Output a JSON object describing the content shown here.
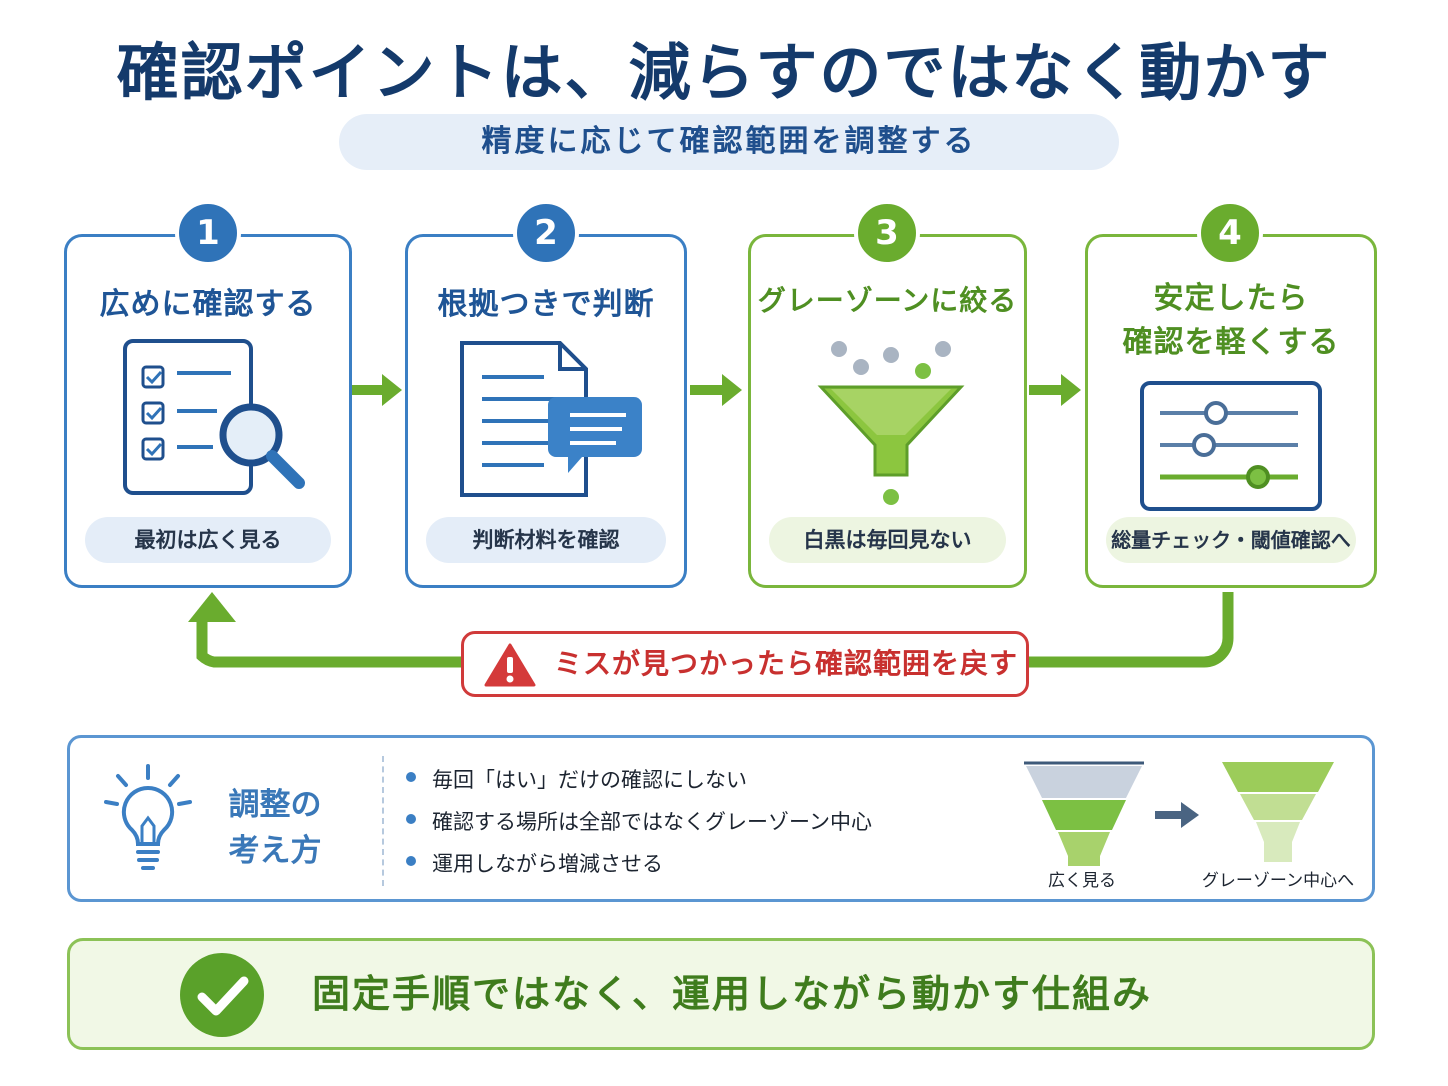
{
  "title": "確認ポイントは、減らすのではなく動かす",
  "subtitle": "精度に応じて確認範囲を調整する",
  "steps": [
    {
      "number": "1",
      "title": "広めに確認する",
      "caption": "最初は広く見る"
    },
    {
      "number": "2",
      "title": "根拠つきで判断",
      "caption": "判断材料を確認"
    },
    {
      "number": "3",
      "title": "グレーゾーンに絞る",
      "caption": "白黒は毎回見ない"
    },
    {
      "number": "4",
      "title_line1": "安定したら",
      "title_line2": "確認を軽くする",
      "caption": "総量チェック・閾値確認へ"
    }
  ],
  "warning": "ミスが見つかったら確認範囲を戻す",
  "tips": {
    "title_line1": "調整の",
    "title_line2": "考え方",
    "bullets": [
      "毎回「はい」だけの確認にしない",
      "確認する場所は全部ではなくグレーゾーン中心",
      "運用しながら増減させる"
    ],
    "funnel_from": "広く見る",
    "funnel_to": "グレーゾーン中心へ"
  },
  "conclusion": "固定手順ではなく、運用しながら動かす仕組み",
  "colors": {
    "blue": "#3b7fc4",
    "green": "#7ab63c",
    "red": "#d03a3a",
    "navy": "#143a6b"
  }
}
